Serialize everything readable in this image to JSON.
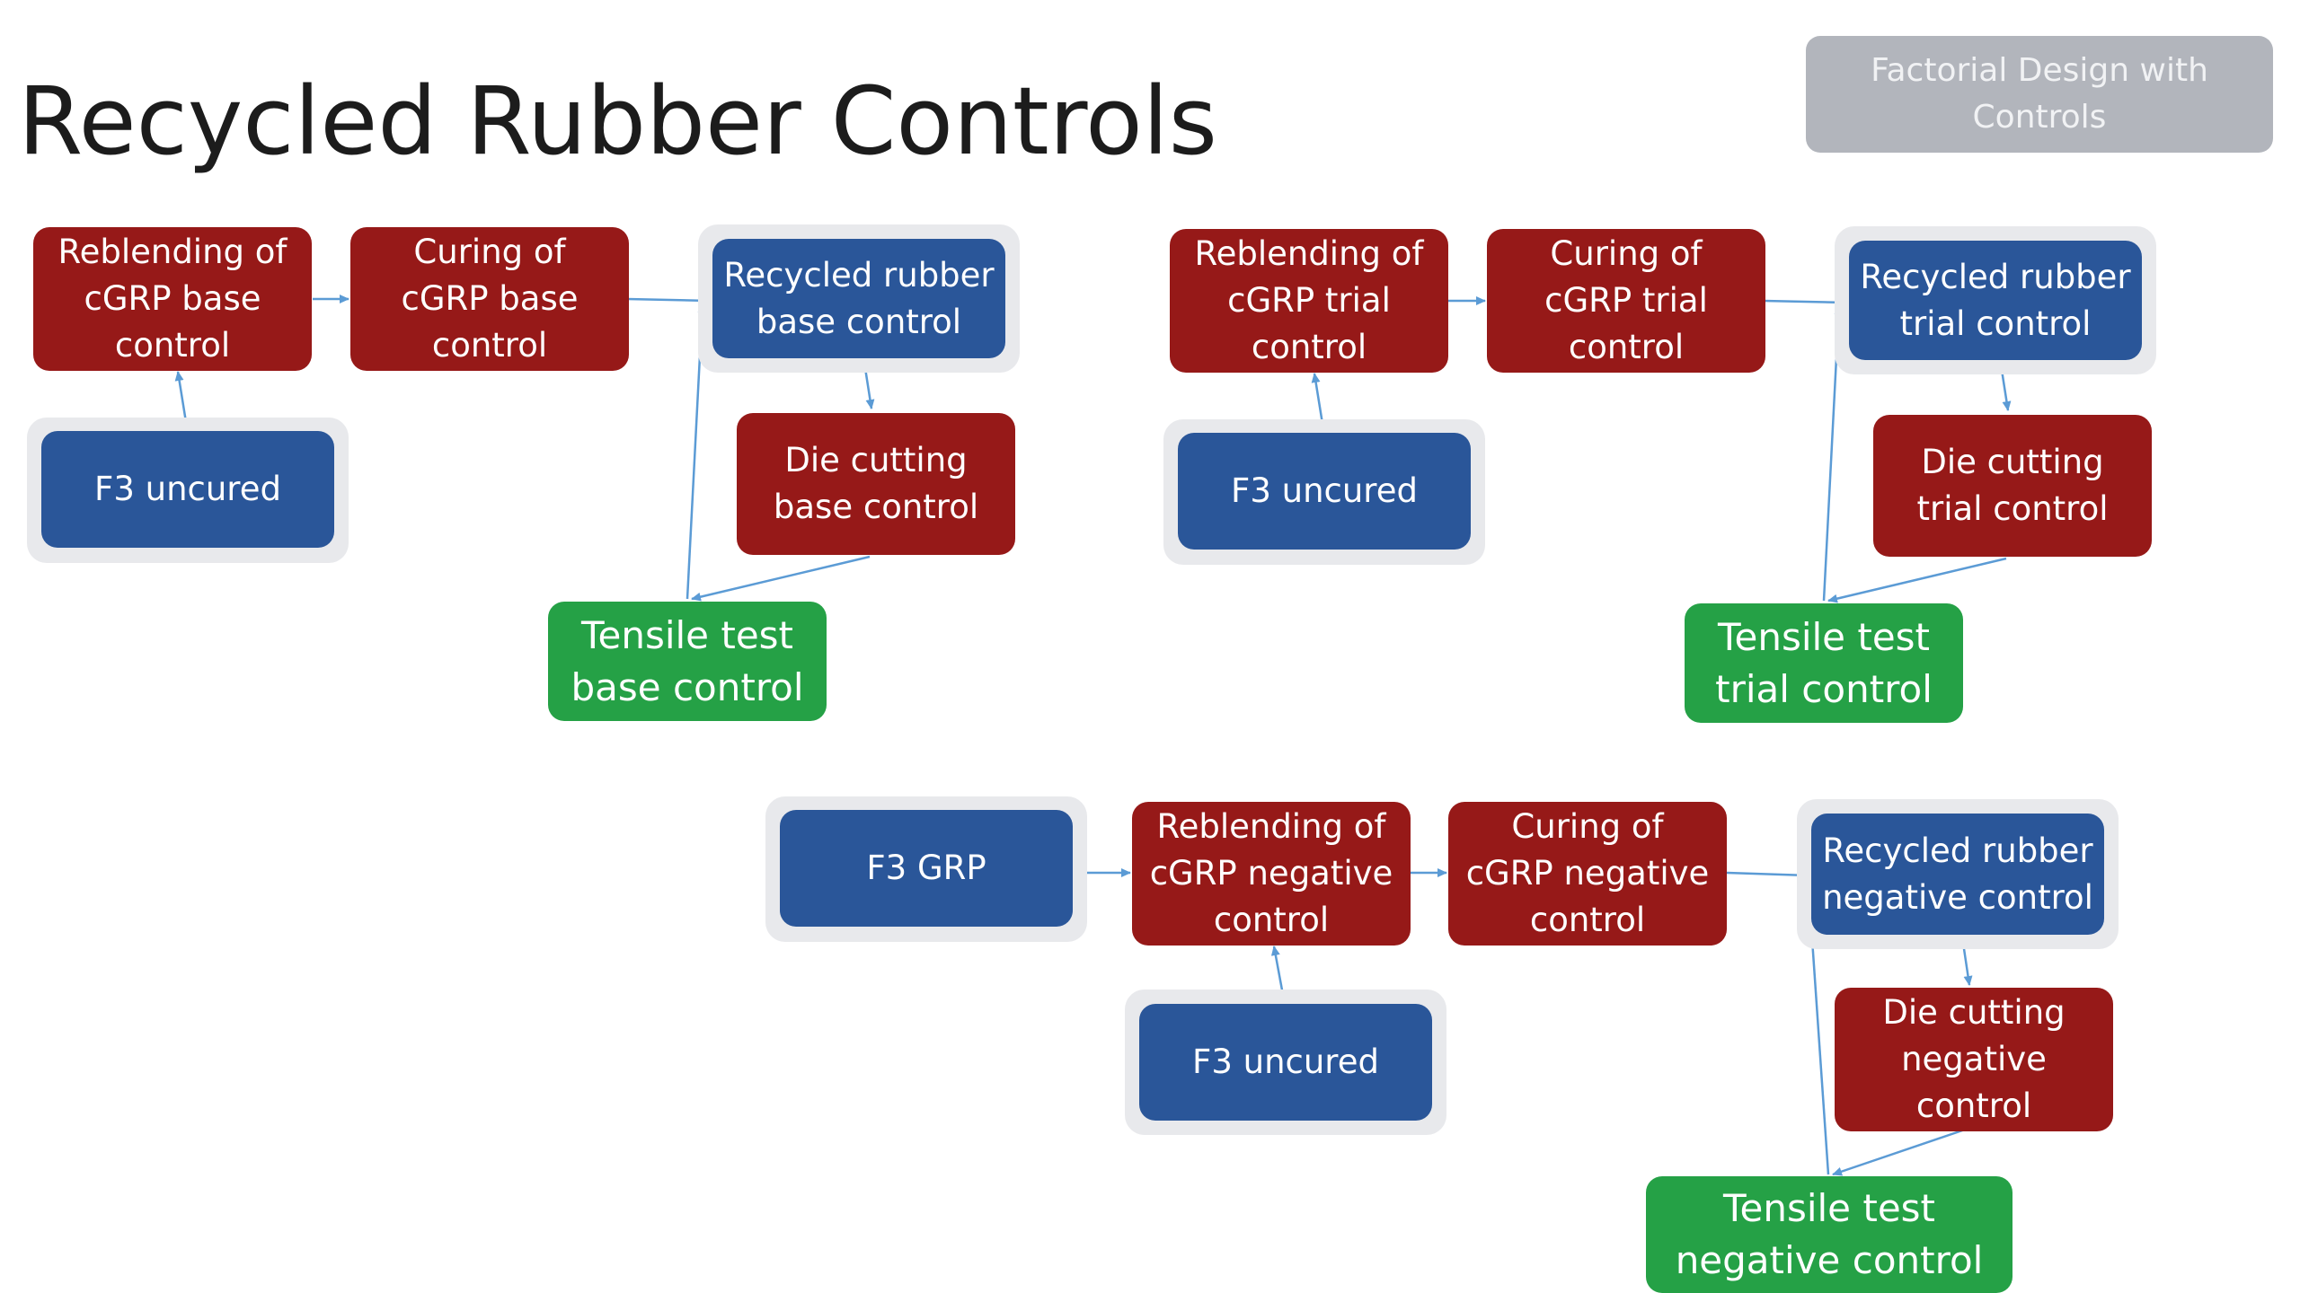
{
  "slide": {
    "title": "Recycled Rubber Controls",
    "badge": "Factorial Design with Controls"
  },
  "colors": {
    "process_red": "#961918",
    "material_blue": "#2a5699",
    "test_green": "#25a146",
    "connector": "#5b9bd5",
    "badge_gray": "#b2b5bc"
  },
  "flows": {
    "base": {
      "reblending": "Reblending of\ncGRP base\ncontrol",
      "curing": "Curing of\ncGRP base\ncontrol",
      "recycled": "Recycled rubber\nbase control",
      "input": "F3 uncured",
      "die_cutting": "Die cutting\nbase control",
      "tensile": "Tensile test\nbase control"
    },
    "trial": {
      "reblending": "Reblending of\ncGRP trial\ncontrol",
      "curing": "Curing of\ncGRP trial\ncontrol",
      "recycled": "Recycled rubber\ntrial control",
      "input": "F3 uncured",
      "die_cutting": "Die cutting\ntrial control",
      "tensile": "Tensile test\ntrial control"
    },
    "negative": {
      "source": "F3 GRP",
      "reblending": "Reblending of\ncGRP negative\ncontrol",
      "curing": "Curing of\ncGRP negative\ncontrol",
      "recycled": "Recycled rubber\nnegative control",
      "input": "F3 uncured",
      "die_cutting": "Die cutting\nnegative\ncontrol",
      "tensile": "Tensile test\nnegative control"
    }
  }
}
